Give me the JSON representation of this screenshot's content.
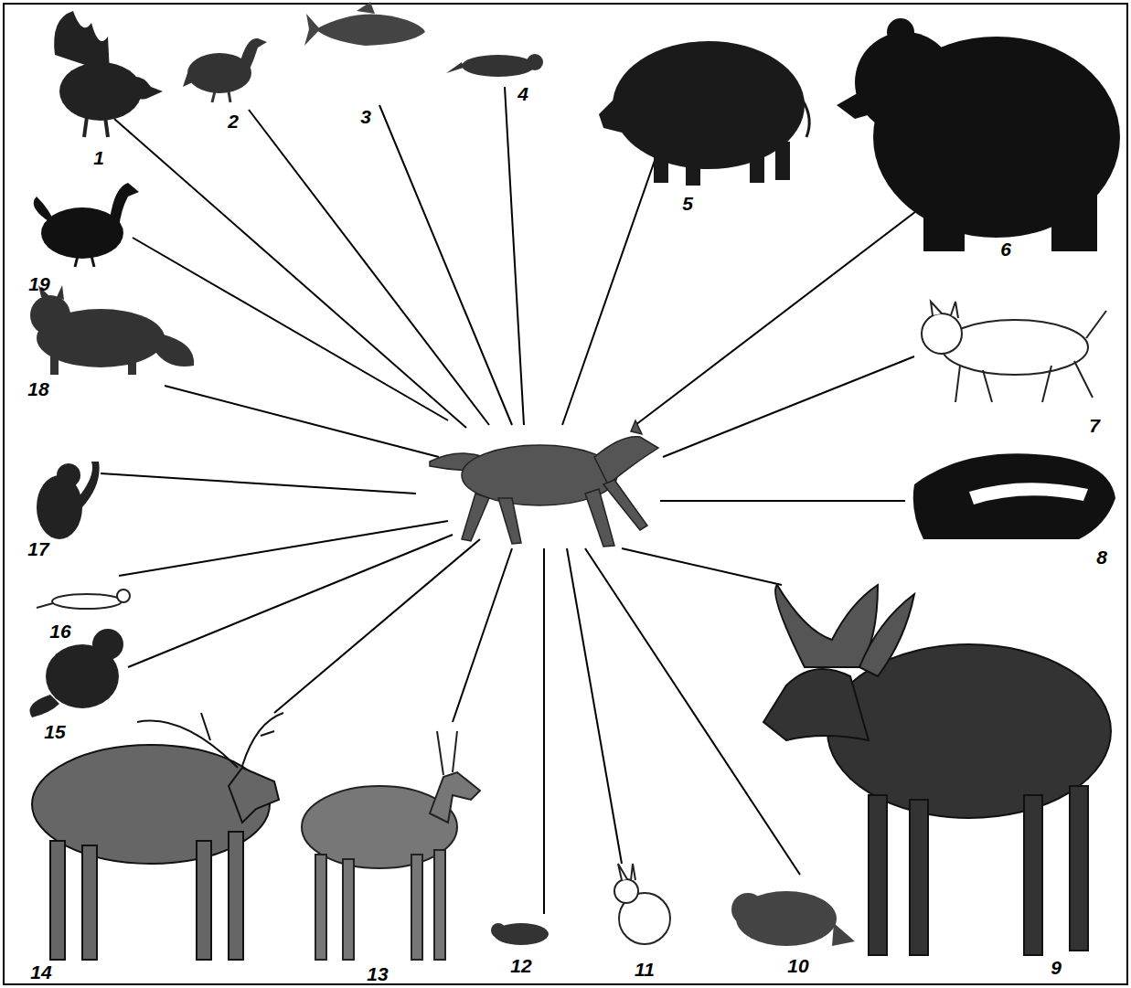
{
  "diagram": {
    "labels": [
      "1",
      "2",
      "3",
      "4",
      "5",
      "6",
      "19",
      "7",
      "18",
      "17",
      "8",
      "16",
      "15",
      "14",
      "13",
      "12",
      "11",
      "10",
      "9"
    ]
  }
}
